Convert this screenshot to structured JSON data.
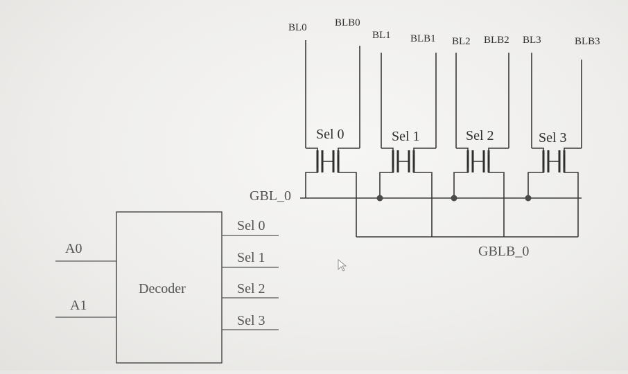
{
  "bitlines": [
    {
      "bl": "BL0",
      "blb": "BLB0"
    },
    {
      "bl": "BL1",
      "blb": "BLB1"
    },
    {
      "bl": "BL2",
      "blb": "BLB2"
    },
    {
      "bl": "BL3",
      "blb": "BLB3"
    }
  ],
  "transistor_labels": [
    "Sel 0",
    "Sel 1",
    "Sel 2",
    "Sel 3"
  ],
  "global_lines": {
    "gbl": "GBL_0",
    "gblb": "GBLB_0"
  },
  "decoder": {
    "label": "Decoder",
    "inputs": [
      "A0",
      "A1"
    ],
    "outputs": [
      "Sel 0",
      "Sel 1",
      "Sel 2",
      "Sel 3"
    ]
  }
}
